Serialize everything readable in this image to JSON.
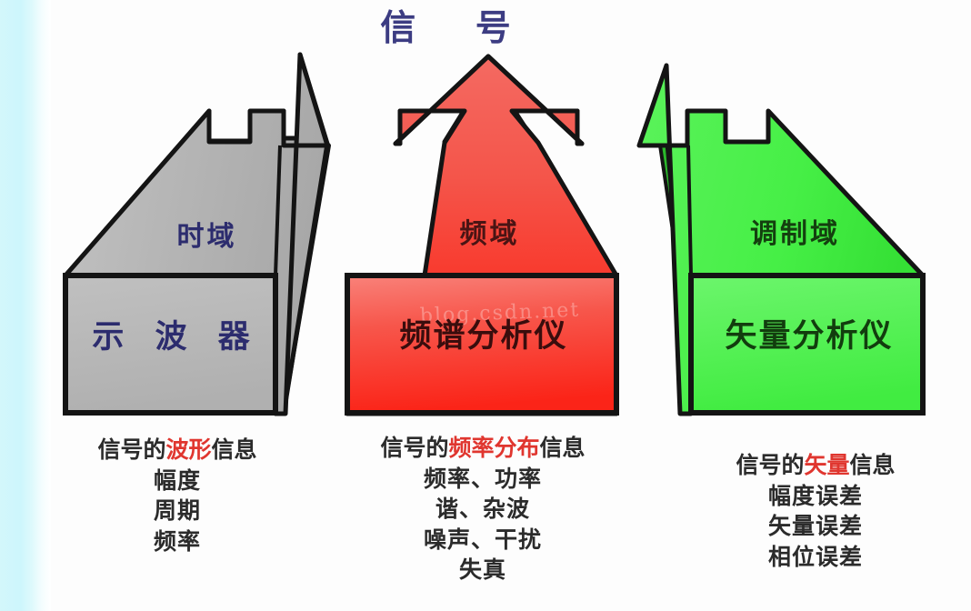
{
  "title": "信 号",
  "title_color": "#3c3c82",
  "background": "#fdfdfd",
  "left_wash_color": "#cdf6fc",
  "watermark": "blog.csdn.net",
  "columns": [
    {
      "id": "time-domain",
      "domain_label": "时域",
      "instrument": "示 波 器",
      "arrow_color": "#b4b4b4",
      "arrow_color_dark": "#9a9a9a",
      "text_color": "#2c2c6e",
      "description": {
        "head_prefix": "信号的",
        "head_highlight": "波形",
        "head_suffix": "信息",
        "items": [
          "幅度",
          "周期",
          "频率"
        ]
      }
    },
    {
      "id": "frequency-domain",
      "domain_label": "频域",
      "instrument": "频谱分析仪",
      "arrow_color": "#fb2d20",
      "arrow_color_dark": "#e11b10",
      "text_color": "#3a0d0d",
      "description": {
        "head_prefix": "信号的",
        "head_highlight": "频率分布",
        "head_suffix": "信息",
        "items": [
          "频率、功率",
          "谐、杂波",
          "噪声、干扰",
          "失真"
        ]
      }
    },
    {
      "id": "modulation-domain",
      "domain_label": "调制域",
      "instrument": "矢量分析仪",
      "arrow_color": "#4df04d",
      "arrow_color_dark": "#2fd92f",
      "text_color": "#123d0e",
      "description": {
        "head_prefix": "信号的",
        "head_highlight": "矢量",
        "head_suffix": "信息",
        "items": [
          "幅度误差",
          "矢量误差",
          "相位误差"
        ]
      }
    }
  ],
  "highlight_color": "#e0362f",
  "outline_color": "#141414"
}
